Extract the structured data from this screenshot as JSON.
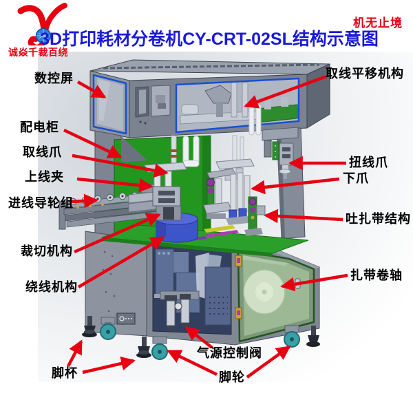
{
  "header": {
    "logo": {
      "initial": "Y",
      "brand_text": "诚焱千裁百绕",
      "color": "#e60012",
      "gem_color": "#2e7de0"
    },
    "slogan": {
      "text": "机无止境",
      "color": "#e60012"
    },
    "title": {
      "text": "3D打印耗材分卷机CY-CRT-02SL结构示意图",
      "color": "#1a1ad8"
    }
  },
  "diagram": {
    "type": "machine-structure-diagram",
    "arrow_color": "#e60012",
    "label_color": "#000000",
    "colors": {
      "accent_red": "#e60012",
      "title_blue": "#1a1ad8",
      "window_frame_blue": "#1a4fd0",
      "machine_green": "#23961f",
      "deck_green": "#2aa02a",
      "door_green": "#9cb894",
      "drum_blue": "#3d55c8",
      "cabinet_gray": "#808894",
      "caster_teal": "#3aa0a8"
    },
    "callouts": [
      {
        "id": "cnc-screen",
        "label": "数控屏"
      },
      {
        "id": "wire-pickup-translation",
        "label": "取线平移机构"
      },
      {
        "id": "power-cabinet",
        "label": "配电柜"
      },
      {
        "id": "wire-pickup-claw",
        "label": "取线爪"
      },
      {
        "id": "upper-wire-clamp",
        "label": "上线夹"
      },
      {
        "id": "wire-twist-claw",
        "label": "扭线爪"
      },
      {
        "id": "lower-claw",
        "label": "下爪"
      },
      {
        "id": "inlet-guide-wheels",
        "label": "进线导轮组"
      },
      {
        "id": "tie-feeder",
        "label": "吐扎带结构"
      },
      {
        "id": "cutting-mechanism",
        "label": "裁切机构"
      },
      {
        "id": "winding-mechanism",
        "label": "绕线机构"
      },
      {
        "id": "tie-reel",
        "label": "扎带卷轴"
      },
      {
        "id": "air-control-valve",
        "label": "气源控制阀"
      },
      {
        "id": "foot-cup",
        "label": "脚杯"
      },
      {
        "id": "caster",
        "label": "脚轮"
      }
    ]
  }
}
